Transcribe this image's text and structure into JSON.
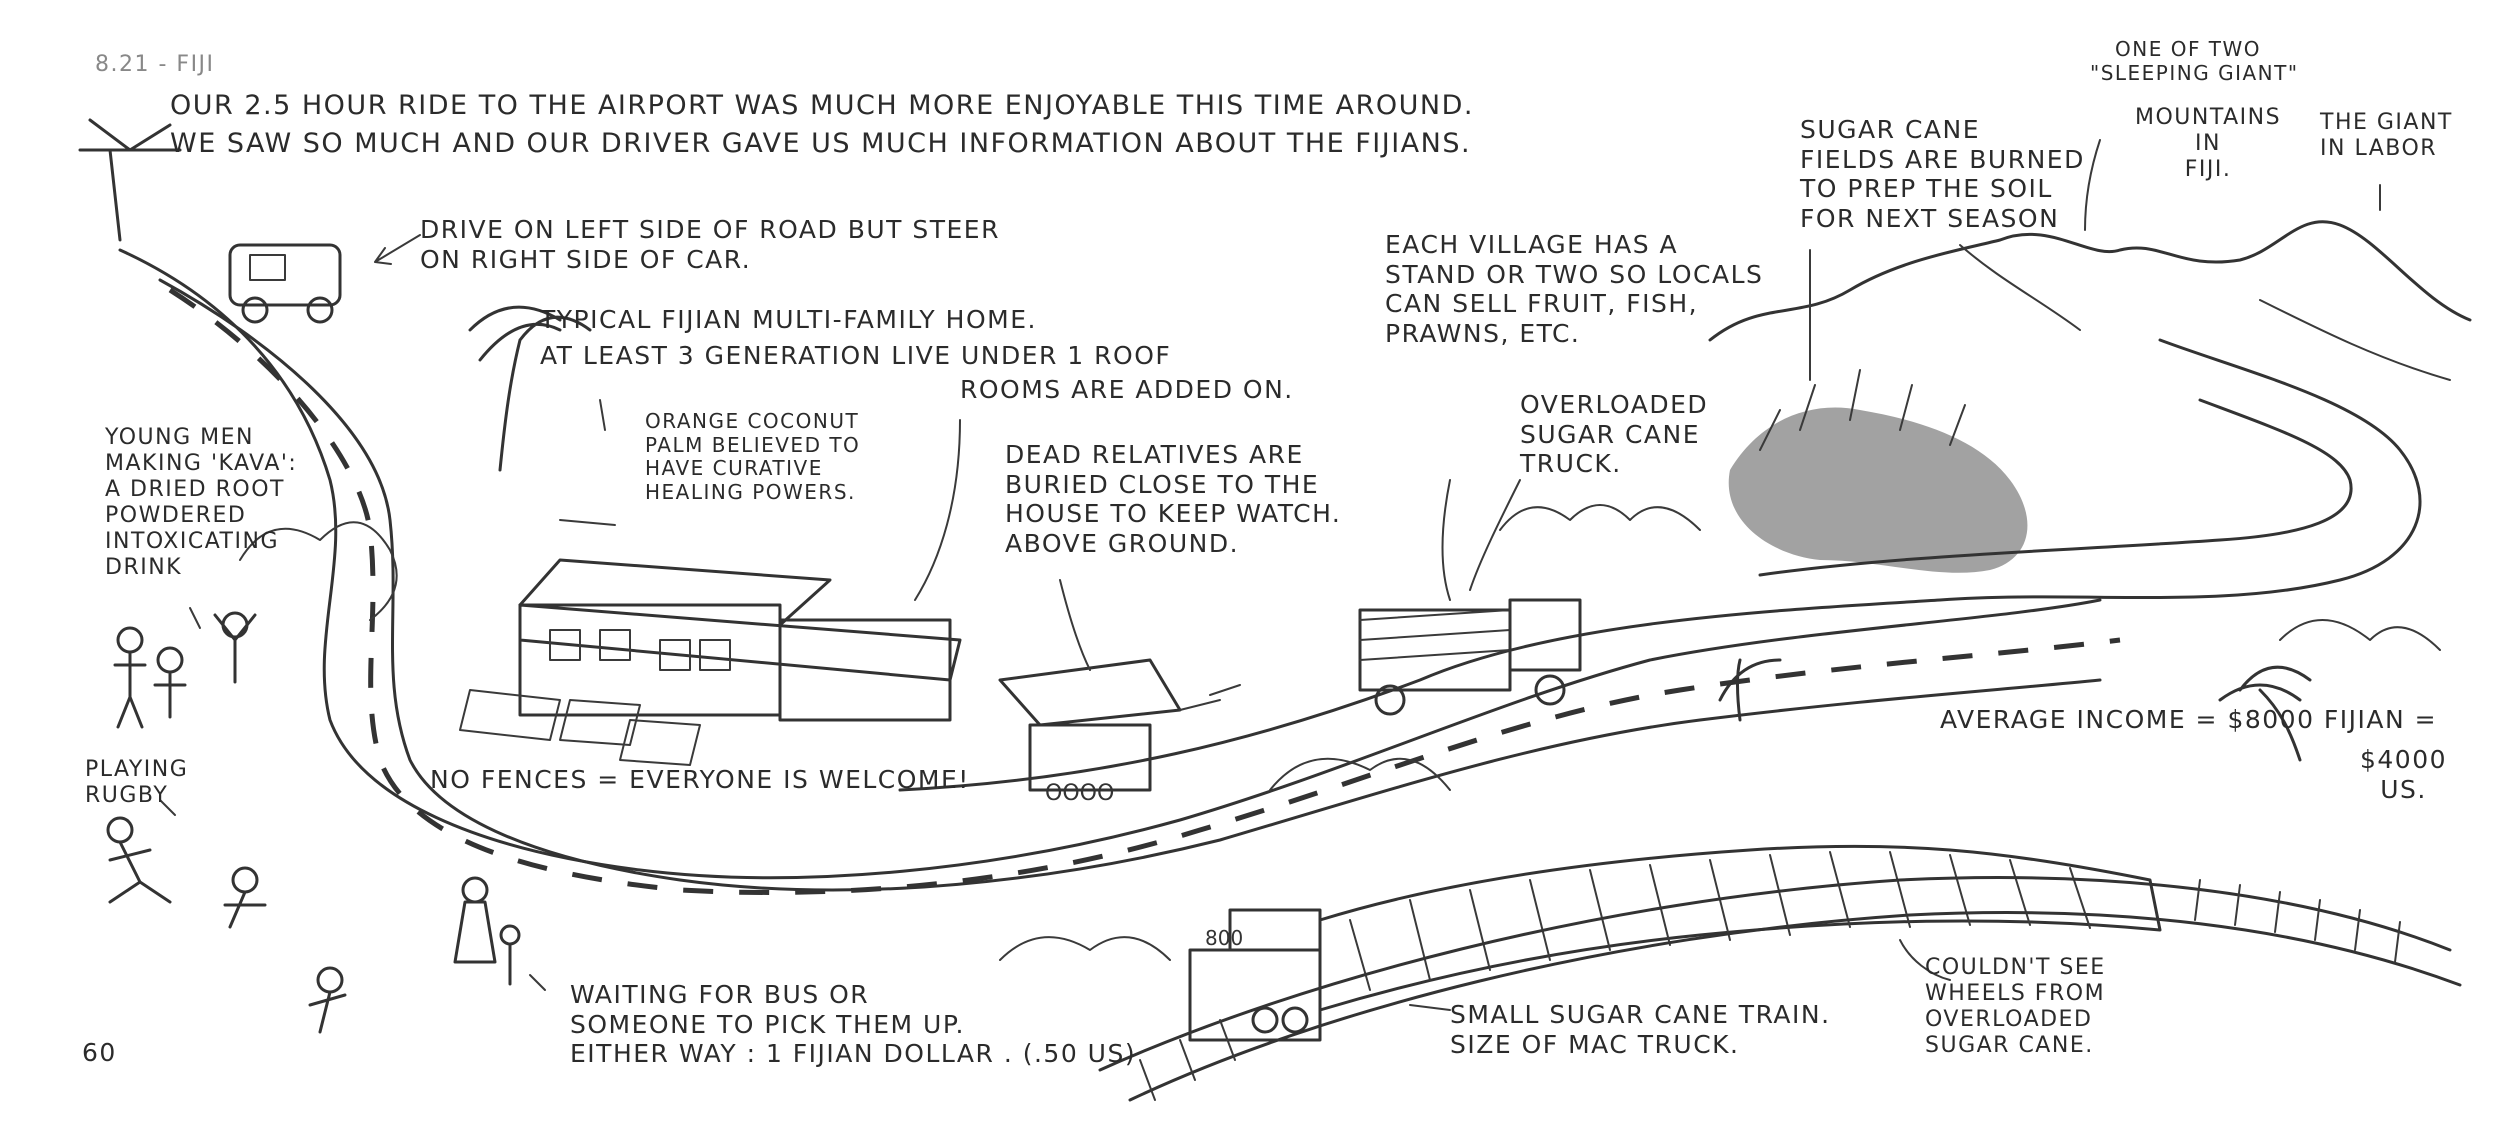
{
  "page": {
    "date": "8.21 - FIJI",
    "page_number": "60"
  },
  "intro": {
    "line1": "OUR 2.5 HOUR RIDE TO THE AIRPORT WAS MUCH MORE ENJOYABLE THIS TIME AROUND.",
    "line2": "WE SAW SO MUCH AND OUR DRIVER GAVE US MUCH INFORMATION ABOUT THE FIJIANS."
  },
  "notes": {
    "drive": [
      "DRIVE ON LEFT SIDE OF ROAD BUT STEER",
      "ON RIGHT SIDE OF CAR."
    ],
    "home": [
      "TYPICAL FIJIAN MULTI-FAMILY HOME.",
      "AT LEAST 3 GENERATION LIVE UNDER 1 ROOF"
    ],
    "rooms": "ROOMS ARE ADDED ON.",
    "palm": [
      "ORANGE COCONUT",
      "PALM BELIEVED TO",
      "HAVE CURATIVE",
      "HEALING POWERS."
    ],
    "kava": [
      "YOUNG MEN",
      "MAKING 'KAVA':",
      "A DRIED ROOT",
      "POWDERED",
      "INTOXICATING",
      "DRINK"
    ],
    "relatives": [
      "DEAD RELATIVES ARE",
      "BURIED CLOSE TO THE",
      "HOUSE TO KEEP WATCH.",
      "ABOVE GROUND."
    ],
    "village": [
      "EACH VILLAGE HAS A",
      "STAND OR TWO SO LOCALS",
      "CAN SELL FRUIT, FISH,",
      "PRAWNS, etc."
    ],
    "truck": [
      "OVERLOADED",
      "SUGAR CANE",
      "TRUCK."
    ],
    "fields": [
      "SUGAR CANE",
      "FIELDS ARE BURNED",
      "TO PREP THE SOIL",
      "FOR NEXT SEASON"
    ],
    "giant": [
      "ONE OF TWO",
      "\"SLEEPING GIANT\""
    ],
    "mountains": [
      "MOUNTAINS",
      "IN",
      "FIJI."
    ],
    "labor": [
      "THE GIANT",
      "IN LABOR"
    ],
    "fences": "NO FENCES = EVERYONE IS WELCOME!",
    "rugby": [
      "PLAYING",
      "RUGBY"
    ],
    "income1": "AVERAGE INCOME = $8000 FIJIAN =",
    "income2": [
      "$4000",
      "US."
    ],
    "bus": [
      "WAITING FOR BUS OR",
      "SOMEONE TO PICK THEM UP.",
      "EITHER WAY : 1 FIJIAN DOLLAR . (.50 US)"
    ],
    "train": [
      "SMALL SUGAR CANE TRAIN.",
      "SIZE OF MAC TRUCK."
    ],
    "wheels": [
      "COULDN'T SEE",
      "WHEELS FROM",
      "OVERLOADED",
      "SUGAR CANE."
    ]
  },
  "stand_sign": "OOOO",
  "train_number": "800"
}
